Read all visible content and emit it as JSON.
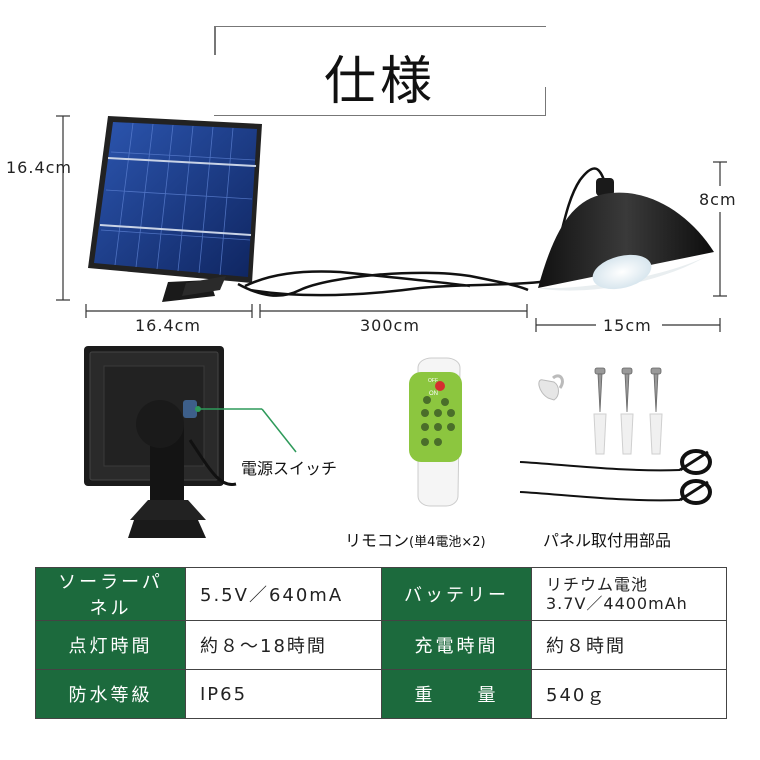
{
  "title": "仕様",
  "dimensions": {
    "panel_height": "16.4cm",
    "panel_width": "16.4cm",
    "cable_length": "300cm",
    "lamp_width": "15cm",
    "lamp_height": "8cm"
  },
  "captions": {
    "power_switch": "電源スイッチ",
    "remote": "リモコン",
    "remote_note": "(単4電池×2)",
    "mount_parts": "パネル取付用部品"
  },
  "remote_buttons": {
    "on": "ON",
    "off": "OFF"
  },
  "spec_table": {
    "rows": [
      {
        "label1": "ソーラーパネル",
        "value1": "5.5V／640mA",
        "label2": "バッテリー",
        "value2_line1": "リチウム電池",
        "value2_line2": "3.7V／4400mAh"
      },
      {
        "label1": "点灯時間",
        "value1": "約８～18時間",
        "label2": "充電時間",
        "value2_line1": "約８時間",
        "value2_line2": ""
      },
      {
        "label1": "防水等級",
        "value1": "IP65",
        "label2": "重　　量",
        "value2_line1": "540ｇ",
        "value2_line2": ""
      }
    ]
  },
  "colors": {
    "header_green": "#1c6a3d",
    "remote_green": "#8cc63f",
    "callout_green": "#2e9a5a",
    "panel_blue": "#1d3f8a"
  }
}
